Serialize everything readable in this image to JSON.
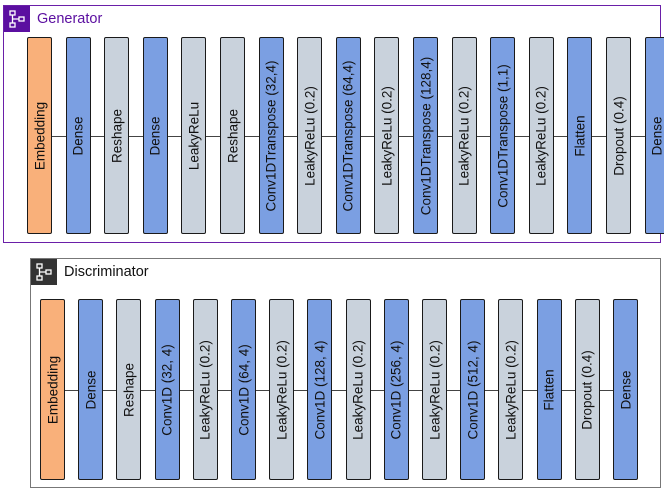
{
  "colors": {
    "embedding": "#f9b07a",
    "dense_conv": "#7b9fe2",
    "activation": "#c9d2dc",
    "generator_accent": "#5b0fa0",
    "discriminator_accent": "#333333"
  },
  "generator": {
    "title": "Generator",
    "icon": "flowchart-icon",
    "layers": [
      {
        "label": "Embedding",
        "kind": "embed"
      },
      {
        "label": "Dense",
        "kind": "blue"
      },
      {
        "label": "Reshape",
        "kind": "gray"
      },
      {
        "label": "Dense",
        "kind": "blue"
      },
      {
        "label": "LeakyReLu",
        "kind": "gray"
      },
      {
        "label": "Reshape",
        "kind": "gray"
      },
      {
        "label": "Conv1DTranspose (32,4)",
        "kind": "blue"
      },
      {
        "label": "LeakyReLu (0.2)",
        "kind": "gray"
      },
      {
        "label": "Conv1DTranspose (64,4)",
        "kind": "blue"
      },
      {
        "label": "LeakyReLu (0.2)",
        "kind": "gray"
      },
      {
        "label": "Conv1DTranspose (128,4)",
        "kind": "blue"
      },
      {
        "label": "LeakyReLu (0.2)",
        "kind": "gray"
      },
      {
        "label": "Conv1DTranspose (1,1)",
        "kind": "blue"
      },
      {
        "label": "LeakyReLu (0.2)",
        "kind": "gray"
      },
      {
        "label": "Flatten",
        "kind": "blue"
      },
      {
        "label": "Dropout (0.4)",
        "kind": "gray"
      },
      {
        "label": "Dense",
        "kind": "blue"
      }
    ]
  },
  "discriminator": {
    "title": "Discriminator",
    "icon": "flowchart-icon",
    "layers": [
      {
        "label": "Embedding",
        "kind": "embed"
      },
      {
        "label": "Dense",
        "kind": "blue"
      },
      {
        "label": "Reshape",
        "kind": "gray"
      },
      {
        "label": "Conv1D (32, 4)",
        "kind": "blue"
      },
      {
        "label": "LeakyReLu (0.2)",
        "kind": "gray"
      },
      {
        "label": "Conv1D (64, 4)",
        "kind": "blue"
      },
      {
        "label": "LeakyReLu (0.2)",
        "kind": "gray"
      },
      {
        "label": "Conv1D (128, 4)",
        "kind": "blue"
      },
      {
        "label": "LeakyReLu (0.2)",
        "kind": "gray"
      },
      {
        "label": "Conv1D (256, 4)",
        "kind": "blue"
      },
      {
        "label": "LeakyReLu (0.2)",
        "kind": "gray"
      },
      {
        "label": "Conv1D (512, 4)",
        "kind": "blue"
      },
      {
        "label": "LeakyReLu (0.2)",
        "kind": "gray"
      },
      {
        "label": "Flatten",
        "kind": "blue"
      },
      {
        "label": "Dropout (0.4)",
        "kind": "gray"
      },
      {
        "label": "Dense",
        "kind": "blue"
      }
    ]
  }
}
